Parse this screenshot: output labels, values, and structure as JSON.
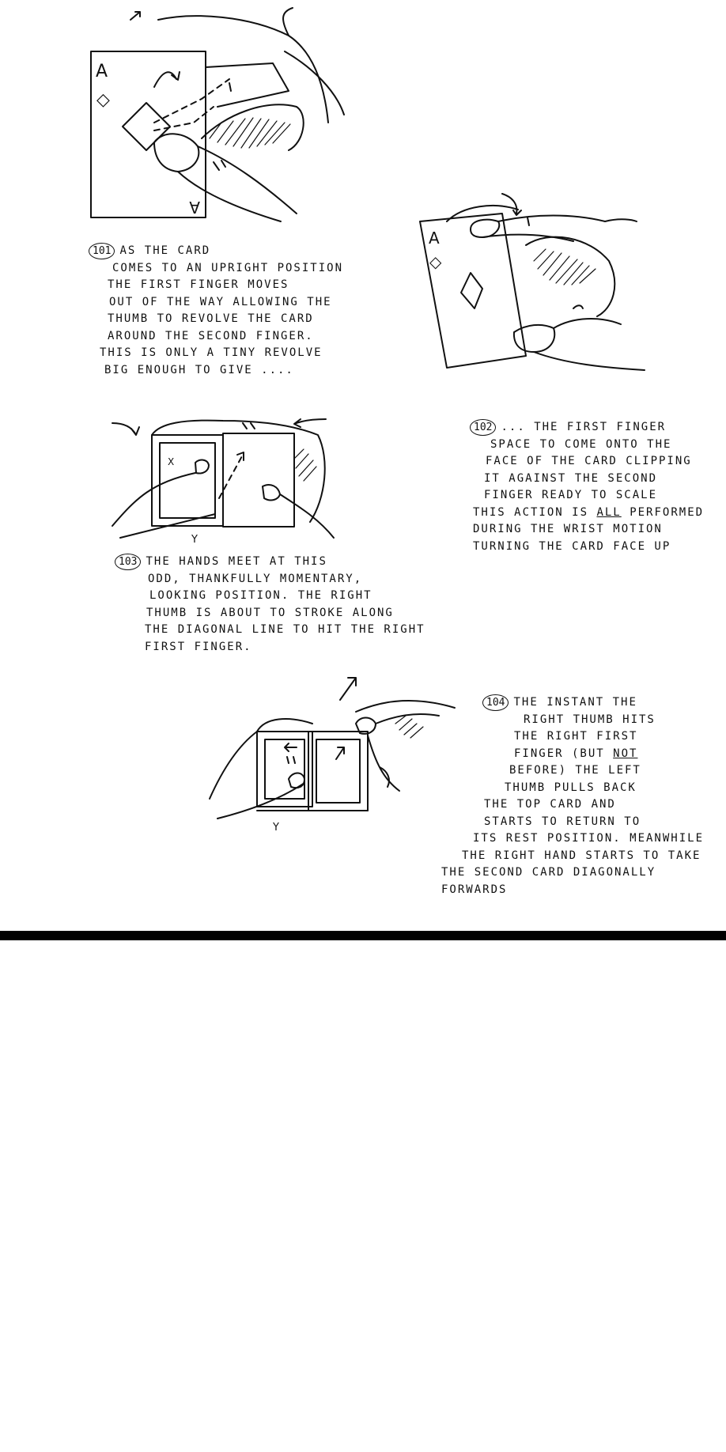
{
  "panels": [
    {
      "number": "101",
      "lines": [
        "AS THE CARD",
        "COMES TO AN UPRIGHT POSITION",
        "THE FIRST FINGER MOVES",
        "OUT OF THE WAY ALLOWING THE",
        "THUMB TO REVOLVE THE CARD",
        "AROUND THE SECOND FINGER.",
        "THIS IS ONLY A TINY REVOLVE",
        "BIG ENOUGH TO GIVE ...."
      ]
    },
    {
      "number": "102",
      "lines": [
        "... THE FIRST FINGER",
        "SPACE TO COME ONTO THE",
        "FACE OF THE CARD CLIPPING",
        "IT AGAINST THE SECOND",
        "FINGER READY TO SCALE"
      ],
      "last_line_before": "THIS ACTION IS",
      "last_line_emph": "ALL",
      "last_line_after": "PERFORMED",
      "tail_lines": [
        "DURING THE WRIST MOTION",
        "TURNING THE CARD FACE UP"
      ]
    },
    {
      "number": "103",
      "lines": [
        "THE HANDS MEET AT THIS",
        "ODD, THANKFULLY MOMENTARY,",
        "LOOKING POSITION. THE RIGHT",
        "THUMB IS ABOUT TO STROKE ALONG",
        "THE DIAGONAL LINE TO HIT THE RIGHT",
        "FIRST FINGER."
      ]
    },
    {
      "number": "104",
      "lines": [
        "THE INSTANT THE",
        "RIGHT THUMB HITS",
        "THE RIGHT FIRST"
      ],
      "emph_line_before": "FINGER (BUT",
      "emph_line_emph": "NOT",
      "tail_lines": [
        "BEFORE) THE LEFT",
        "THUMB PULLS BACK",
        "THE TOP CARD AND",
        "STARTS TO RETURN TO",
        "ITS REST POSITION. MEANWHILE",
        "THE RIGHT HAND STARTS TO TAKE",
        "THE SECOND CARD DIAGONALLY",
        "FORWARDS"
      ]
    }
  ],
  "card": {
    "rank": "A",
    "suit": "◇"
  },
  "drawing_labels": {
    "x_mark": "X",
    "y_mark": "Y"
  }
}
